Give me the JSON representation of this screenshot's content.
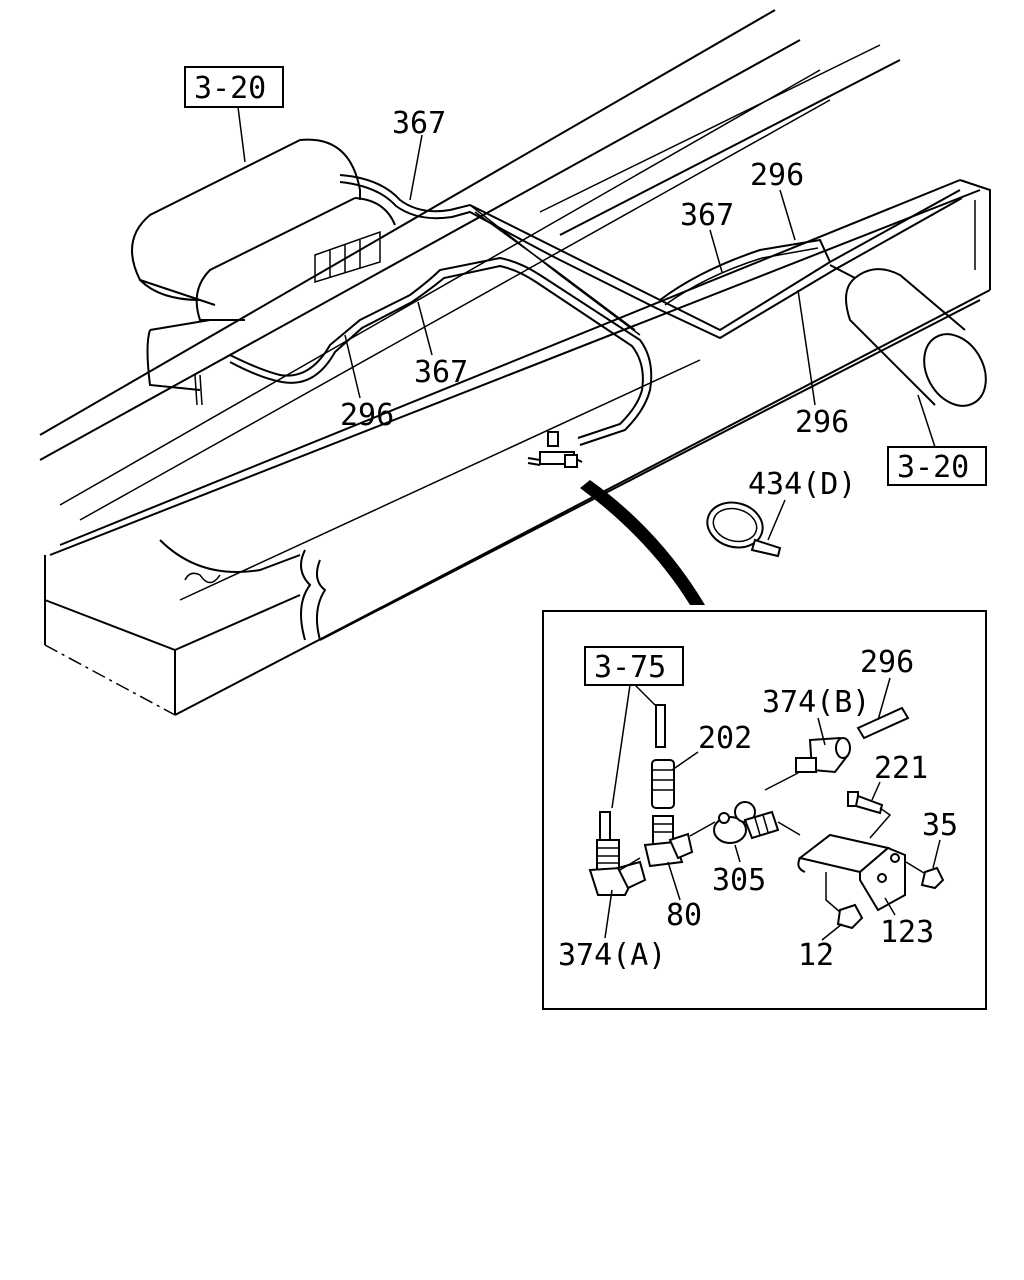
{
  "callouts": {
    "ref_3_20_top": "3-20",
    "ref_3_20_right": "3-20",
    "ref_3_75": "3-75",
    "c367_a": "367",
    "c367_b": "367",
    "c367_c": "367",
    "c296_a": "296",
    "c296_b": "296",
    "c296_c": "296",
    "c296_detail": "296",
    "c434d": "434(D)",
    "c374b": "374(B)",
    "c374a": "374(A)",
    "c202": "202",
    "c221": "221",
    "c35": "35",
    "c305": "305",
    "c80": "80",
    "c123": "123",
    "c12": "12"
  }
}
